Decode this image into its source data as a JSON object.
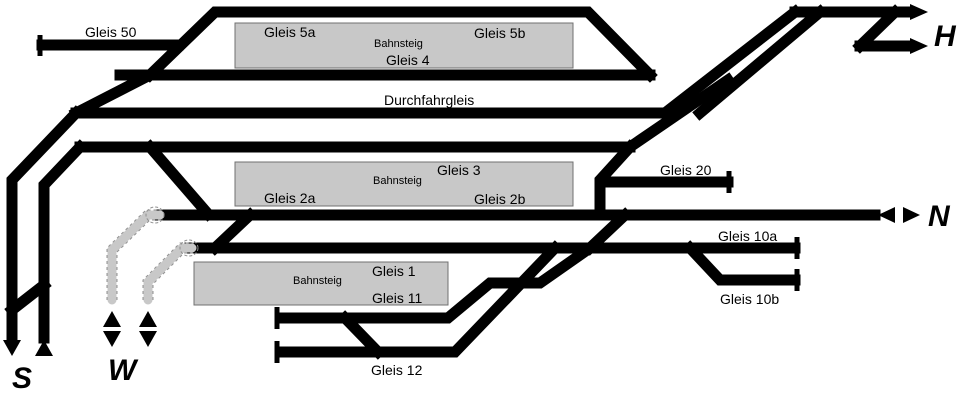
{
  "tracks": {
    "gleis_50": "Gleis 50",
    "gleis_5a": "Gleis 5a",
    "gleis_5b": "Gleis 5b",
    "gleis_4": "Gleis 4",
    "durchfahrgleis": "Durchfahrgleis",
    "gleis_3": "Gleis 3",
    "gleis_2a": "Gleis 2a",
    "gleis_2b": "Gleis 2b",
    "gleis_20": "Gleis 20",
    "gleis_10a": "Gleis 10a",
    "gleis_10b": "Gleis 10b",
    "gleis_1": "Gleis 1",
    "gleis_11": "Gleis 11",
    "gleis_12": "Gleis 12"
  },
  "platforms": {
    "upper": "Bahnsteig",
    "middle": "Bahnsteig",
    "lower": "Bahnsteig"
  },
  "directions": {
    "h": "H",
    "n": "N",
    "s": "S",
    "w": "W"
  }
}
